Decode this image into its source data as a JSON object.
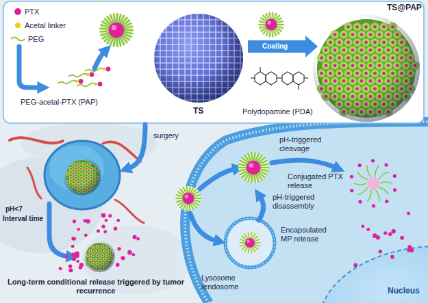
{
  "diagram": {
    "labels": [
      "PEG-acetal-PTX (PAP)",
      "TS",
      "Coating",
      "Polydopamine (PDA)",
      "TS@PAP",
      "surgery",
      "pH<7",
      "Interval time",
      "Long-term conditional release triggered by tumor recurrence",
      "pH-triggered cleavage",
      "Conjugated PTX release",
      "pH-triggered disassembly",
      "Encapsulated MP release",
      "Lysosome /endosome",
      "Nucleus"
    ],
    "legend": [
      {
        "text": "PTX",
        "color": "#e0219b"
      },
      {
        "text": "Acetal linker",
        "color": "#f3c623"
      },
      {
        "text": "PEG"
      }
    ]
  }
}
